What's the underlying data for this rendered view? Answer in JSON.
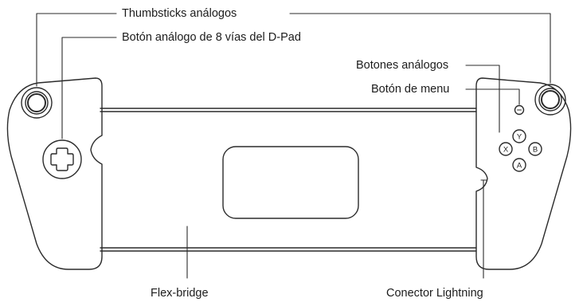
{
  "labels": {
    "thumbsticks": "Thumbsticks análogos",
    "dpad": "Botón análogo de 8 vías del D-Pad",
    "buttons": "Botones análogos",
    "menu": "Botón de menu",
    "bridge": "Flex-bridge",
    "lightning": "Conector Lightning"
  },
  "face_buttons": {
    "y": "Y",
    "x": "X",
    "b": "B",
    "a": "A"
  }
}
